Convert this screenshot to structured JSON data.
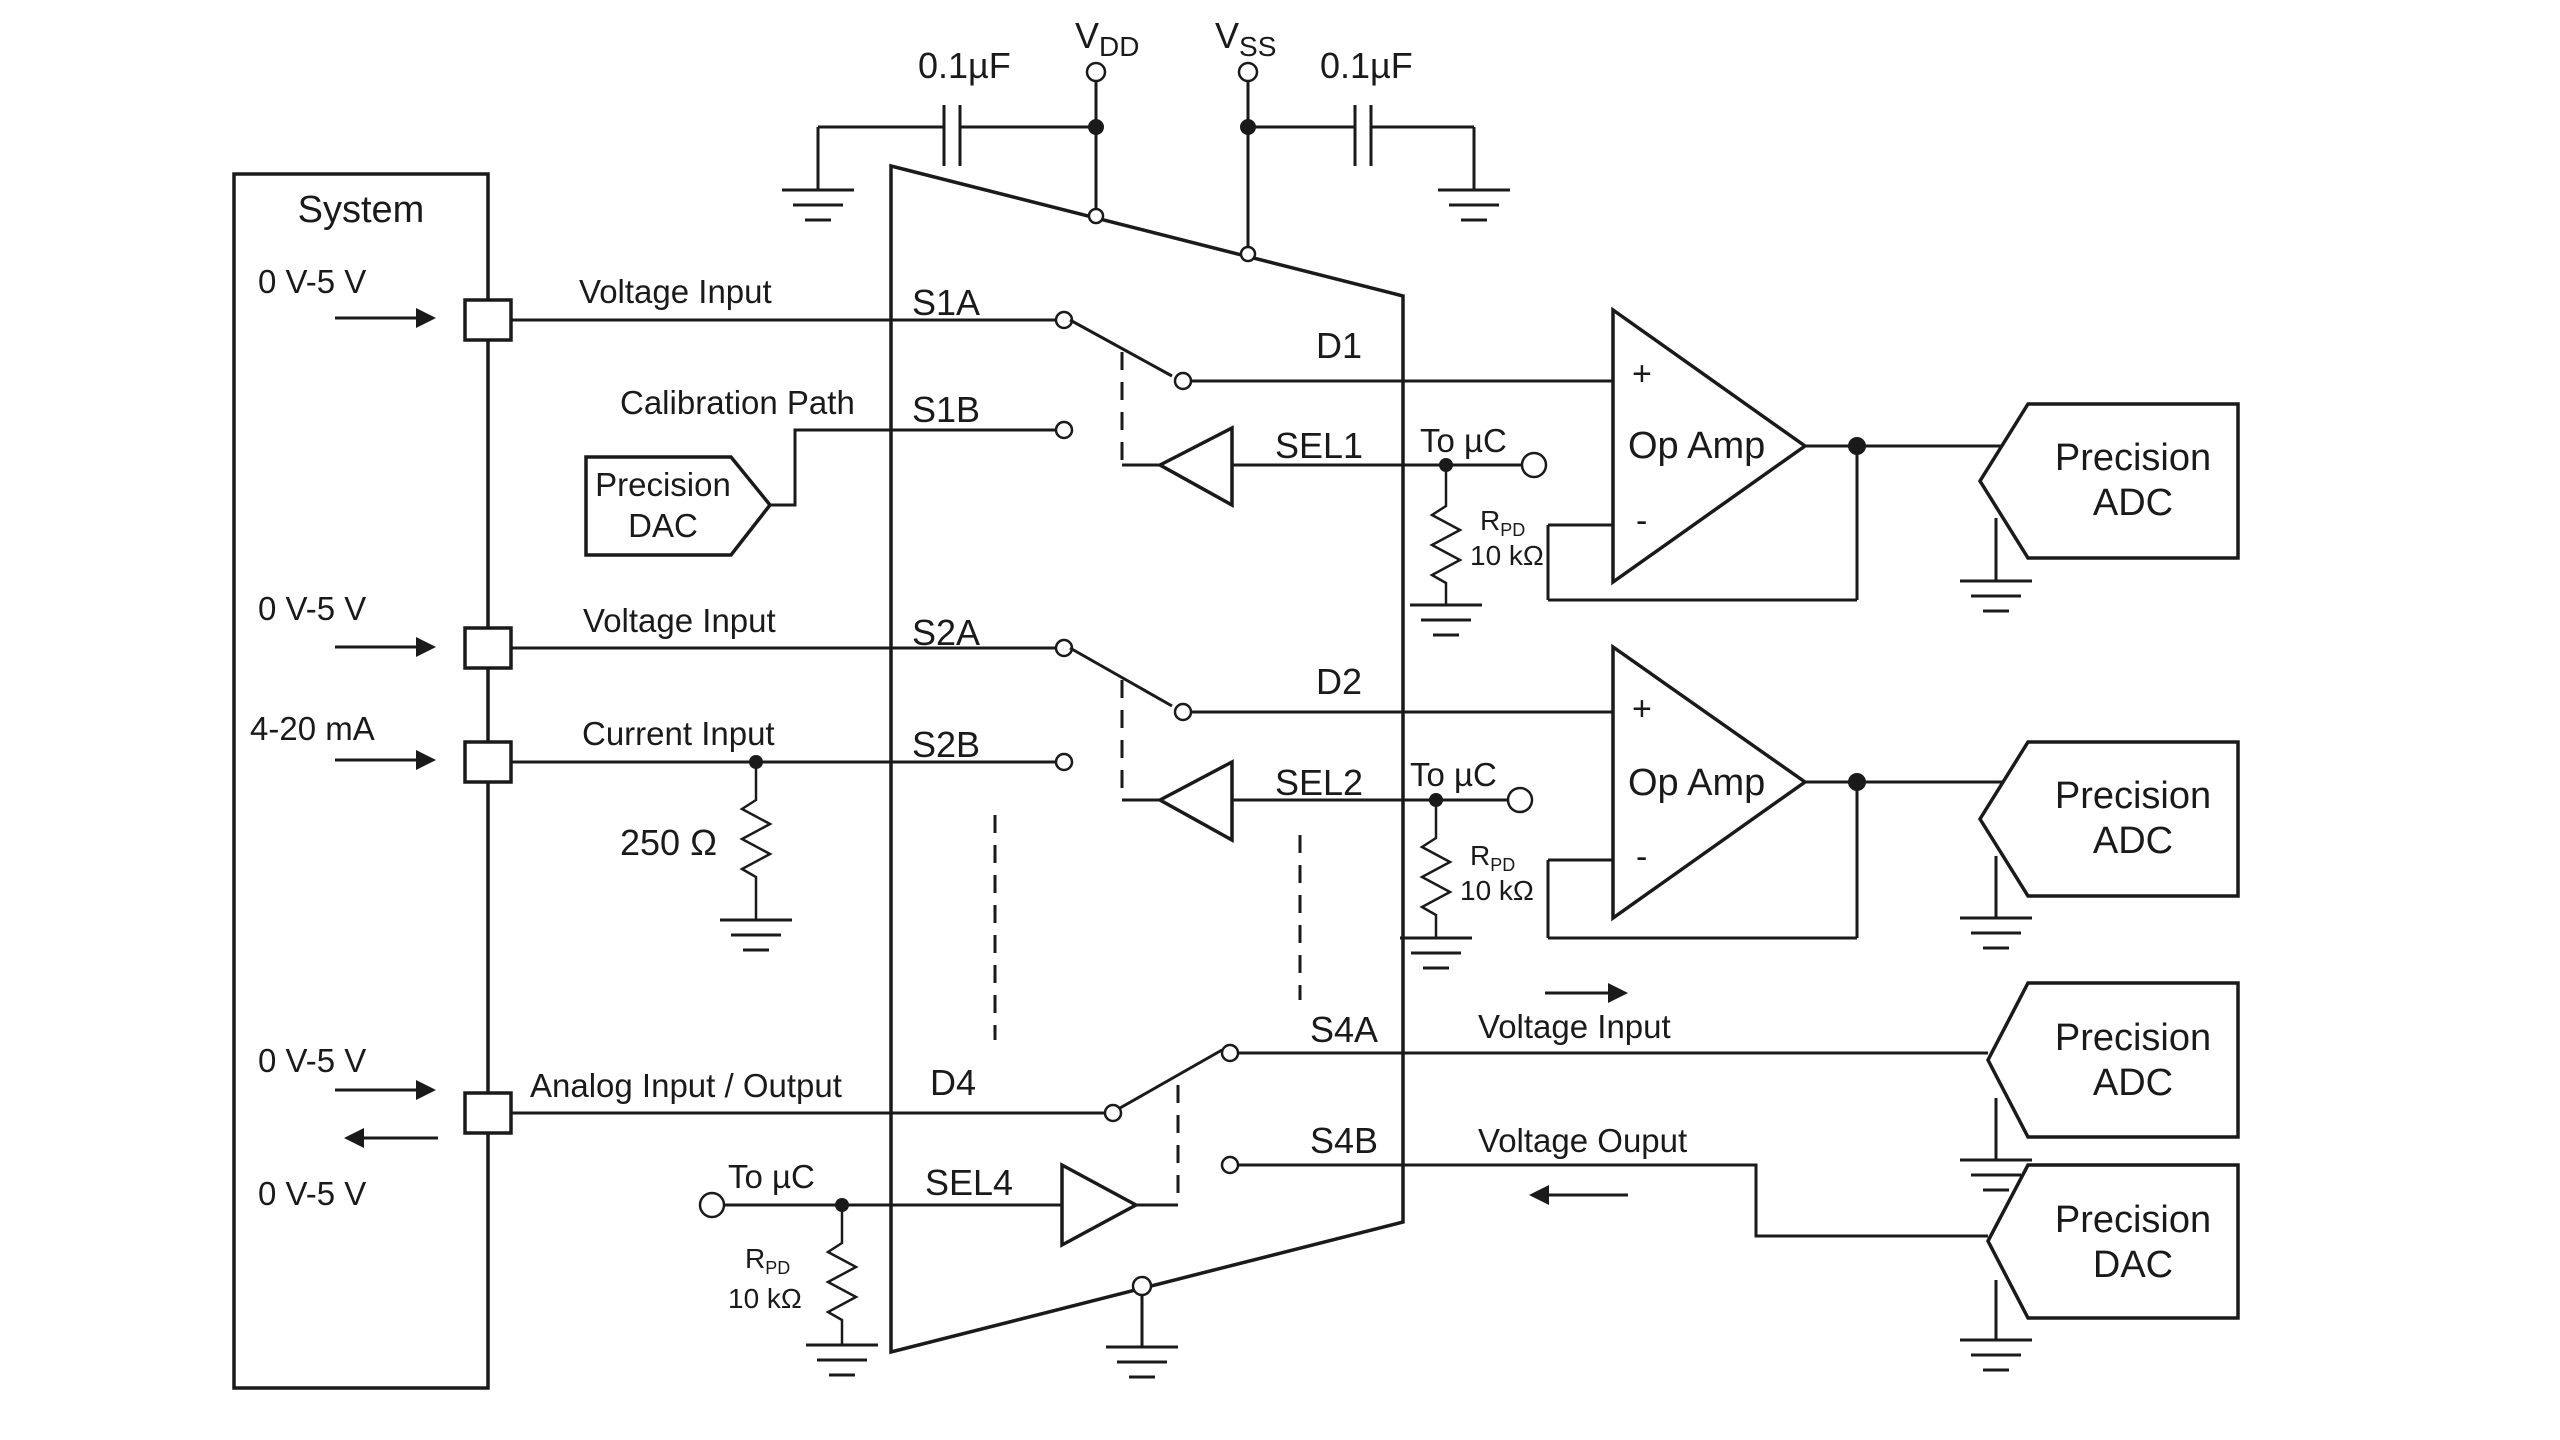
{
  "system": {
    "title": "System"
  },
  "supply": {
    "vdd_main": "V",
    "vdd_sub": "DD",
    "vss_main": "V",
    "vss_sub": "SS",
    "cap_left": "0.1µF",
    "cap_right": "0.1µF"
  },
  "inputs": {
    "range_1": "0 V-5 V",
    "range_2": "0 V-5 V",
    "range_3": "4-20 mA",
    "range_4": "0 V-5 V",
    "range_5": "0 V-5 V",
    "voltage_input_1": "Voltage Input",
    "calibration_path": "Calibration Path",
    "voltage_input_2": "Voltage Input",
    "current_input": "Current Input",
    "analog_io": "Analog Input / Output",
    "resistor_250": "250 Ω"
  },
  "dac_left": {
    "line1": "Precision",
    "line2": "DAC"
  },
  "mux": {
    "s1a": "S1A",
    "s1b": "S1B",
    "d1": "D1",
    "sel1": "SEL1",
    "s2a": "S2A",
    "s2b": "S2B",
    "d2": "D2",
    "sel2": "SEL2",
    "d4": "D4",
    "sel4": "SEL4",
    "s4a": "S4A",
    "s4b": "S4B"
  },
  "select": {
    "to_uc_1": "To µC",
    "to_uc_2": "To µC",
    "to_uc_3": "To µC",
    "rpd_main": "R",
    "rpd_sub": "PD",
    "rpd_value": "10 kΩ"
  },
  "opamps": [
    {
      "label": "Op Amp",
      "plus": "+",
      "minus": "-"
    },
    {
      "label": "Op Amp",
      "plus": "+",
      "minus": "-"
    }
  ],
  "outputs": {
    "voltage_input": "Voltage Input",
    "voltage_output": "Voltage Ouput",
    "adc_1": {
      "line1": "Precision",
      "line2": "ADC"
    },
    "adc_2": {
      "line1": "Precision",
      "line2": "ADC"
    },
    "adc_3": {
      "line1": "Precision",
      "line2": "ADC"
    },
    "dac_right": {
      "line1": "Precision",
      "line2": "DAC"
    }
  }
}
